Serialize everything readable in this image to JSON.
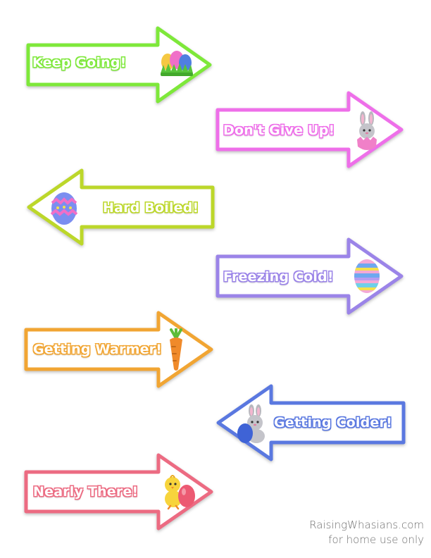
{
  "colors": {
    "green": "#7ee83a",
    "pink": "#ee6fe9",
    "lime": "#bcd72a",
    "purple": "#9b84e8",
    "orange": "#f1a533",
    "blue": "#5a78e0",
    "coral": "#ec6b82"
  },
  "arrows": [
    {
      "label": "Keep Going!",
      "direction": "right",
      "icon": "eggs-in-grass-icon"
    },
    {
      "label": "Don't Give Up!",
      "direction": "right",
      "icon": "bunny-in-egg-icon"
    },
    {
      "label": "Hard Boiled!",
      "direction": "left",
      "icon": "zigzag-egg-icon"
    },
    {
      "label": "Freezing Cold!",
      "direction": "right",
      "icon": "striped-egg-icon"
    },
    {
      "label": "Getting Warmer!",
      "direction": "right",
      "icon": "carrot-icon"
    },
    {
      "label": "Getting Colder!",
      "direction": "left",
      "icon": "bunny-with-egg-icon"
    },
    {
      "label": "Nearly There!",
      "direction": "right",
      "icon": "chick-with-egg-icon"
    }
  ],
  "watermark": {
    "site": "RaisingWhasians.com",
    "note": "for home use only"
  }
}
